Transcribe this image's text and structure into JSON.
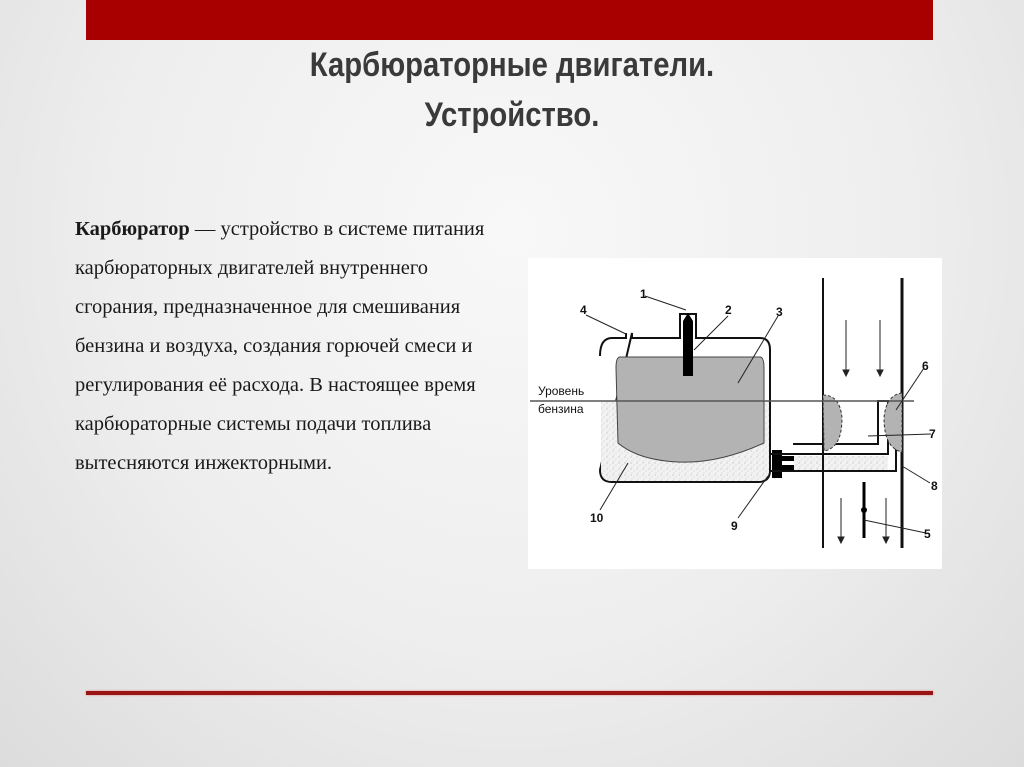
{
  "slide": {
    "title_line1": "Карбюраторные двигатели.",
    "title_line2": "Устройство.",
    "accent_color": "#a80000",
    "body": {
      "term": "Карбюратор",
      "definition": " — устройство в системе питания карбюраторных двигателей внутреннего сгорания, предназначенное для смешивания бензина и воздуха, создания горючей смеси и регулирования её расхода. В настоящее время карбюраторные системы подачи топлива вытесняются инжекторными."
    },
    "diagram": {
      "level_label_line1": "Уровень",
      "level_label_line2": "бензина",
      "labels": [
        "1",
        "2",
        "3",
        "4",
        "5",
        "6",
        "7",
        "8",
        "9",
        "10"
      ]
    }
  }
}
